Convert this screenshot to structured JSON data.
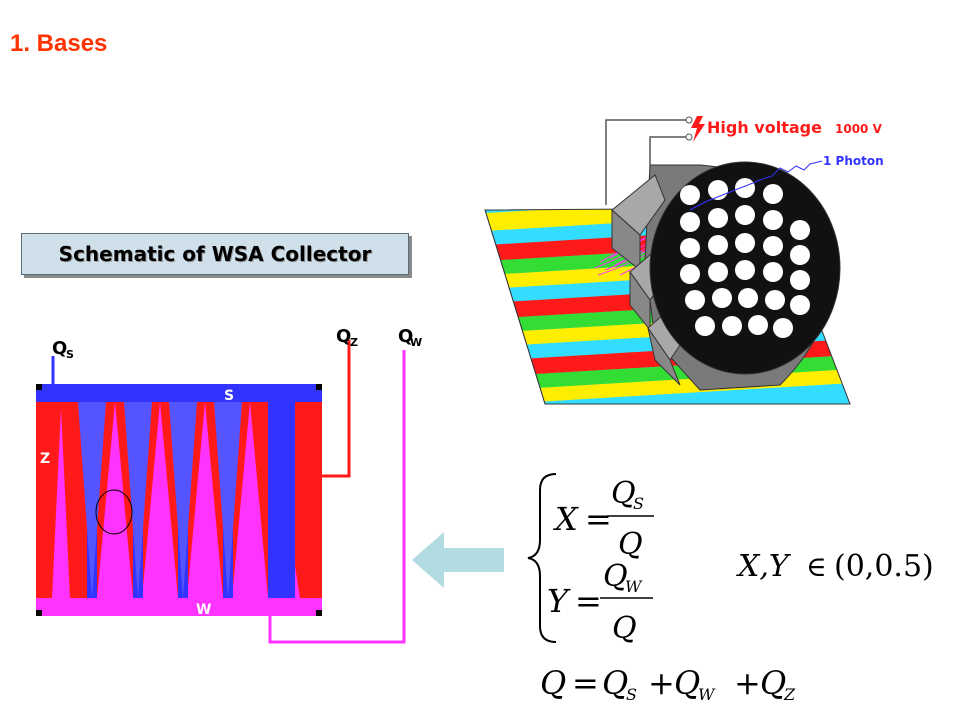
{
  "slide": {
    "title": "1. Bases"
  },
  "caption": {
    "text": "Schematic of WSA Collector"
  },
  "detector": {
    "hv_label": "High voltage",
    "hv_value": "1000 V",
    "photon_label": "1 Photon"
  },
  "collector": {
    "label_qs": "Q",
    "label_qs_sub": "S",
    "label_qz": "Q",
    "label_qz_sub": "Z",
    "label_qw": "Q",
    "label_qw_sub": "W",
    "zone_s": "S",
    "zone_z": "Z",
    "zone_w": "W"
  },
  "equations": {
    "x_lhs": "X",
    "eq": "=",
    "x_num": "Q",
    "x_num_sub": "S",
    "x_den": "Q",
    "y_lhs": "Y",
    "y_num": "Q",
    "y_num_sub": "W",
    "y_den": "Q",
    "range_vars": "X,Y",
    "range_in": "∈",
    "range_interval": "(0,0.5)",
    "sum_lhs": "Q",
    "sum_q1": "Q",
    "sum_s1": "S",
    "sum_q2": "Q",
    "sum_s2": "W",
    "sum_q3": "Q",
    "sum_s3": "Z",
    "plus": "+"
  },
  "colors": {
    "title": "#ff3300",
    "strip_s": "#3333ff",
    "strip_w": "#ff33ff",
    "zone_z": "#ff1a1a",
    "arrow": "#b0dbe0"
  }
}
